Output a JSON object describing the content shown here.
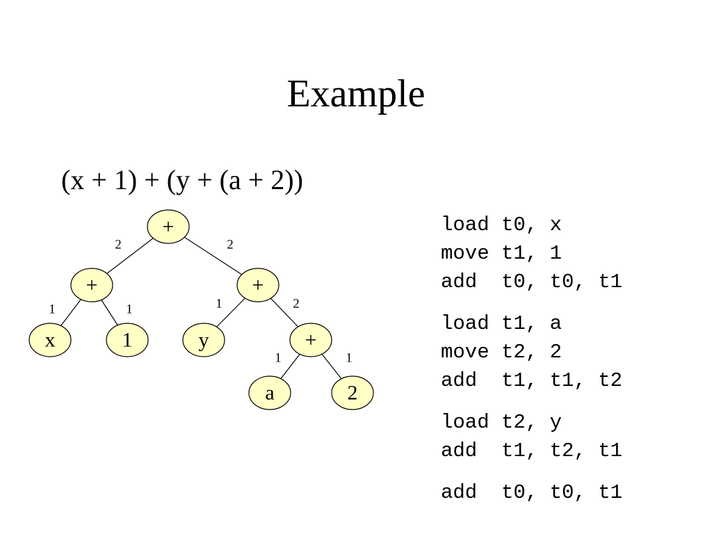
{
  "title": "Example",
  "expression": "(x + 1) + (y + (a + 2))",
  "tree": {
    "nodes": [
      {
        "id": "root",
        "label": "+"
      },
      {
        "id": "left-plus",
        "label": "+"
      },
      {
        "id": "right-plus",
        "label": "+"
      },
      {
        "id": "leaf-x",
        "label": "x"
      },
      {
        "id": "leaf-1",
        "label": "1"
      },
      {
        "id": "leaf-y",
        "label": "y"
      },
      {
        "id": "inner-plus",
        "label": "+"
      },
      {
        "id": "leaf-a",
        "label": "a"
      },
      {
        "id": "leaf-2",
        "label": "2"
      }
    ],
    "edges": [
      {
        "from": "root",
        "to": "left-plus",
        "label": "2"
      },
      {
        "from": "root",
        "to": "right-plus",
        "label": "2"
      },
      {
        "from": "left-plus",
        "to": "leaf-x",
        "label": "1"
      },
      {
        "from": "left-plus",
        "to": "leaf-1",
        "label": "1"
      },
      {
        "from": "right-plus",
        "to": "leaf-y",
        "label": "1"
      },
      {
        "from": "right-plus",
        "to": "inner-plus",
        "label": "2"
      },
      {
        "from": "inner-plus",
        "to": "leaf-a",
        "label": "1"
      },
      {
        "from": "inner-plus",
        "to": "leaf-2",
        "label": "1"
      }
    ]
  },
  "code": [
    [
      "load t0, x",
      "move t1, 1",
      "add  t0, t0, t1"
    ],
    [
      "load t1, a",
      "move t2, 2",
      "add  t1, t1, t2"
    ],
    [
      "load t2, y",
      "add  t1, t2, t1"
    ],
    [
      "add  t0, t0, t1"
    ]
  ]
}
